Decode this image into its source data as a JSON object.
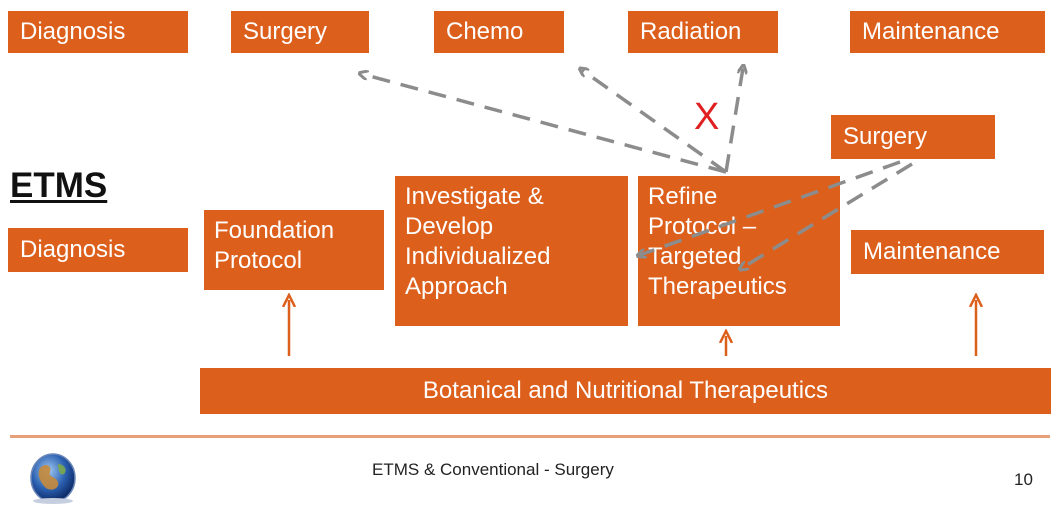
{
  "conventional": {
    "diagnosis": "Diagnosis",
    "surgery": "Surgery",
    "chemo": "Chemo",
    "radiation": "Radiation",
    "maintenance": "Maintenance"
  },
  "etms": {
    "title": "ETMS",
    "diagnosis": "Diagnosis",
    "foundation": [
      "Foundation",
      "Protocol"
    ],
    "investigate": [
      "Investigate &",
      "Develop",
      "Individualized",
      "Approach"
    ],
    "refine": [
      "Refine",
      "Protocol –",
      "Targeted",
      "Therapeutics"
    ],
    "maintenance": "Maintenance",
    "surgery_inset": "Surgery",
    "botanical": "Botanical and Nutritional Therapeutics"
  },
  "annotation": {
    "x_mark": "X"
  },
  "footer": {
    "caption": "ETMS & Conventional - Surgery",
    "page_number": "10"
  },
  "colors": {
    "box": "#dd5f1c",
    "arrow_dashed": "#8c8c8c",
    "arrow_solid": "#dd5f1c",
    "x_mark": "#e02020"
  },
  "icons": [
    "globe-logo-icon"
  ]
}
